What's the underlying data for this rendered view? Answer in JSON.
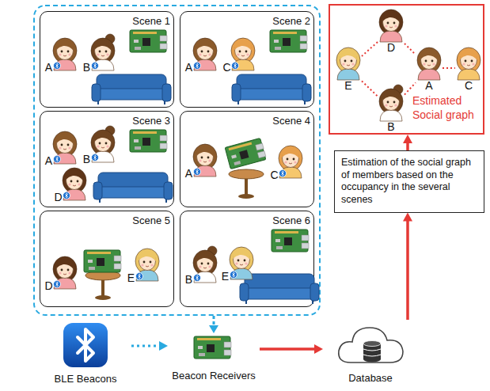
{
  "diagram": {
    "nodes": [
      {
        "text": [
          "Scene 1",
          "A",
          "B"
        ]
      },
      {
        "text": [
          "Scene 2",
          "A",
          "C"
        ]
      },
      {
        "text": [
          "Scene 3",
          "A",
          "B",
          "D"
        ]
      },
      {
        "text": [
          "Scene 4",
          "A",
          "C"
        ]
      },
      {
        "text": [
          "Scene 5",
          "D",
          "E"
        ]
      },
      {
        "text": [
          "Scene 6",
          "B",
          "E"
        ]
      },
      {
        "text": [
          "Estimated Social graph"
        ]
      },
      {
        "text": [
          "D"
        ],
        "in": 6
      },
      {
        "text": [
          "E"
        ],
        "in": 6
      },
      {
        "text": [
          "A"
        ],
        "in": 6
      },
      {
        "text": [
          "C"
        ],
        "in": 6
      },
      {
        "text": [
          "B"
        ],
        "in": 6
      },
      {
        "text": [
          "Estimation of the social graph of members based on the occupancy in the several scenes"
        ]
      },
      {
        "text": [
          "BLE Beacons"
        ]
      },
      {
        "text": [
          "Beacon Receivers"
        ]
      },
      {
        "text": [
          "Database"
        ]
      }
    ],
    "edges": [
      {
        "from": 7,
        "to": 8,
        "arrow": "none"
      },
      {
        "from": 7,
        "to": 9,
        "arrow": "none"
      },
      {
        "from": 8,
        "to": 11,
        "arrow": "none"
      },
      {
        "from": 11,
        "to": 9,
        "arrow": "none"
      },
      {
        "from": 9,
        "to": 10,
        "arrow": "none"
      },
      {
        "from": 13,
        "to": 14,
        "arrow": "to"
      },
      {
        "from": 14,
        "to": 15,
        "arrow": "to"
      },
      {
        "from": 15,
        "to": 12,
        "arrow": "to"
      },
      {
        "from": 12,
        "to": 6,
        "arrow": "to"
      }
    ]
  }
}
